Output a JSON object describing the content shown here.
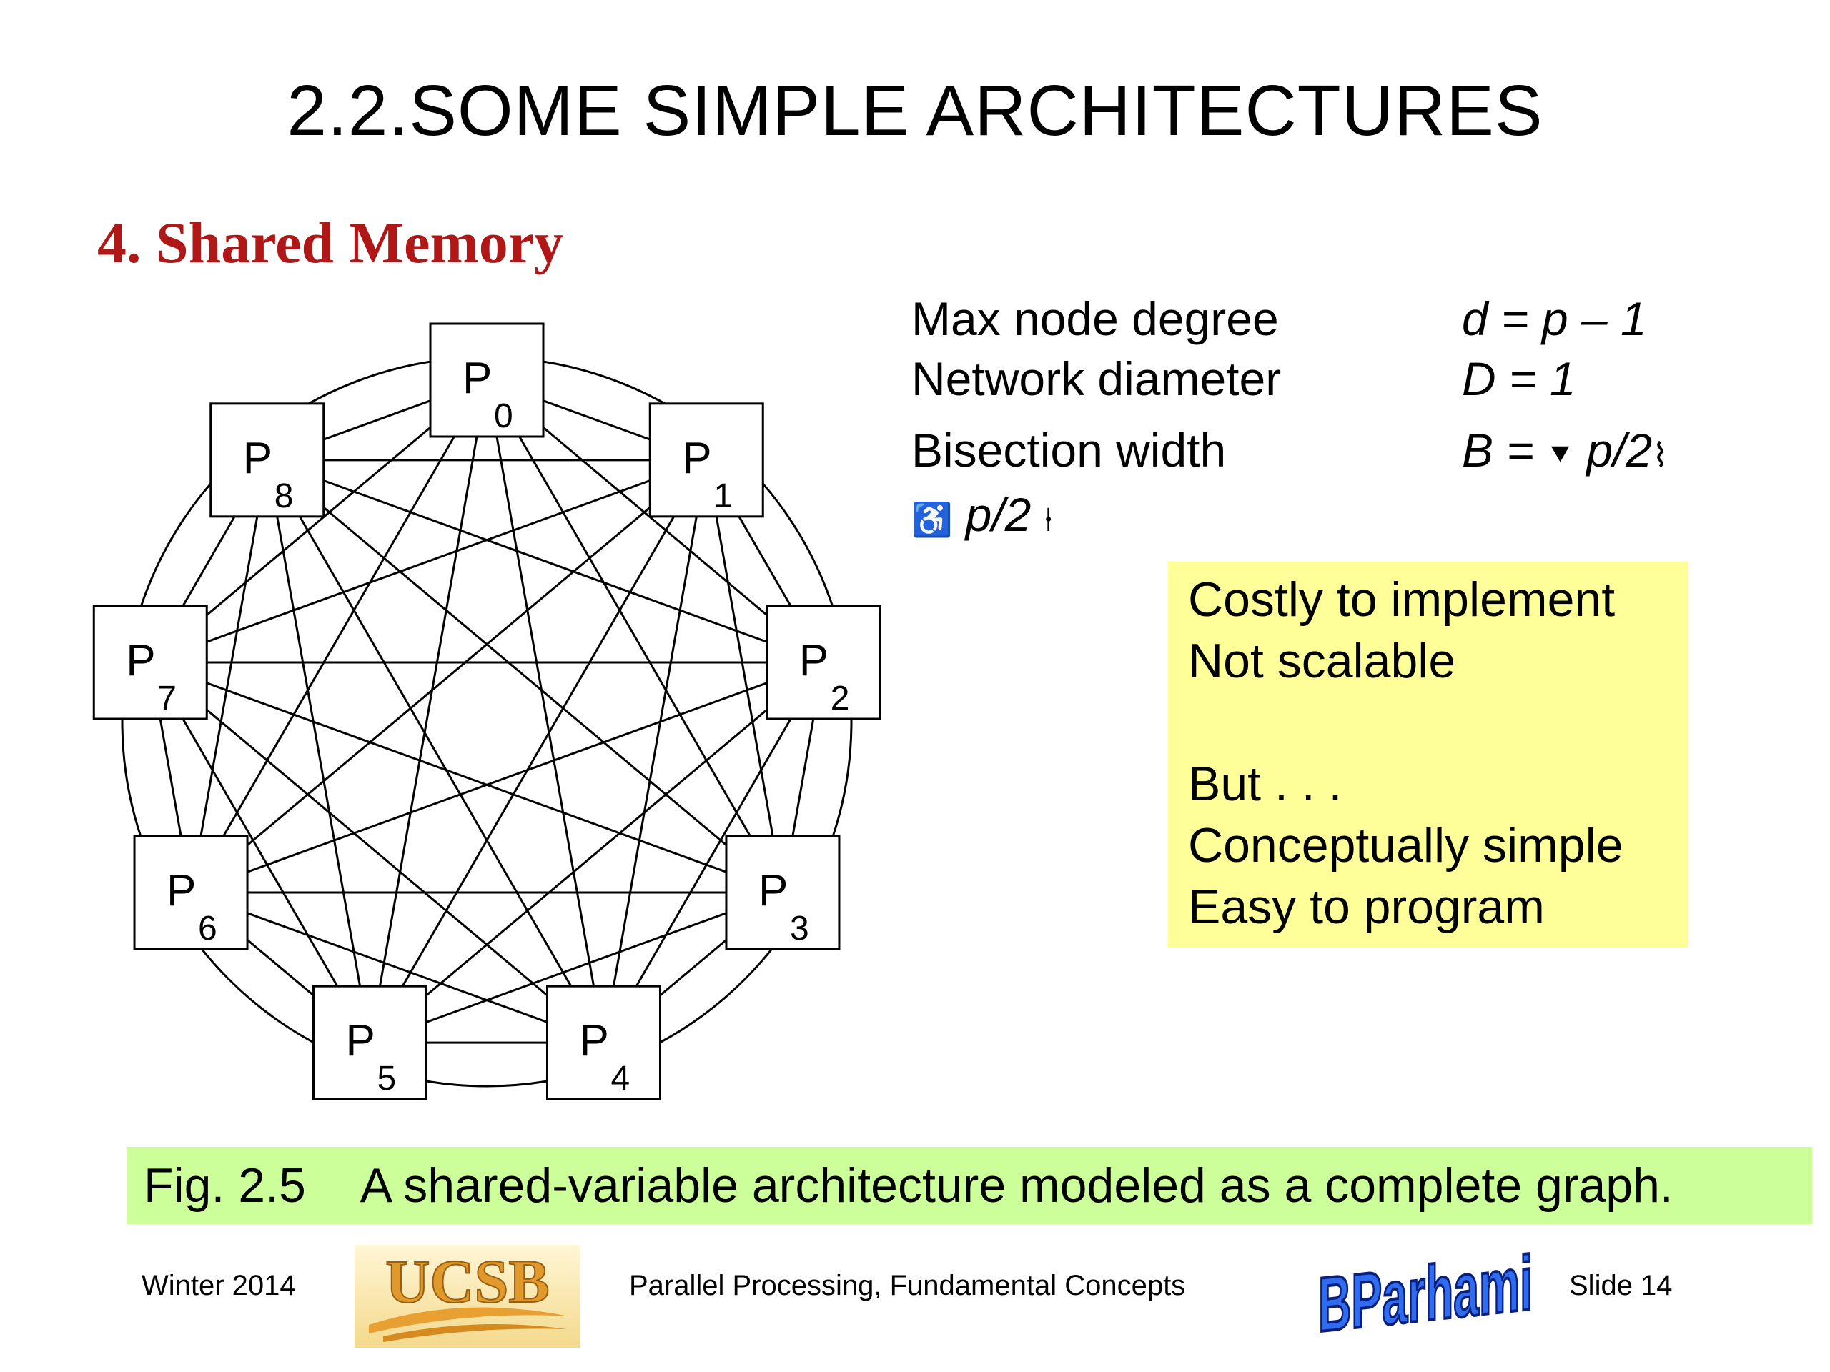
{
  "slide": {
    "title": "2.2.SOME SIMPLE ARCHITECTURES",
    "section_heading": "4. Shared Memory"
  },
  "colors": {
    "heading": "#b01717",
    "note_box": "#ffff99",
    "caption_bar": "#ccff99",
    "logo_blue": "#1a3ccc",
    "logo_gold": "#e8a033"
  },
  "graph": {
    "type": "complete-graph",
    "nodes": [
      {
        "label": "P",
        "sub": "0"
      },
      {
        "label": "P",
        "sub": "1"
      },
      {
        "label": "P",
        "sub": "2"
      },
      {
        "label": "P",
        "sub": "3"
      },
      {
        "label": "P",
        "sub": "4"
      },
      {
        "label": "P",
        "sub": "5"
      },
      {
        "label": "P",
        "sub": "6"
      },
      {
        "label": "P",
        "sub": "7"
      },
      {
        "label": "P",
        "sub": "8"
      }
    ]
  },
  "properties": {
    "max_node_degree": {
      "label": "Max node degree",
      "value": "d = p – 1"
    },
    "network_diameter": {
      "label": "Network diameter",
      "value": "D = 1"
    },
    "bisection_width": {
      "label": "Bisection width",
      "value_prefix": "B =",
      "value_mid": "p/2",
      "wrap_value": "p/2"
    }
  },
  "notes": {
    "lines": [
      "Costly to implement",
      "Not scalable",
      "But . . .",
      "Conceptually simple",
      "Easy to program"
    ]
  },
  "caption": {
    "fig": "Fig. 2.5",
    "text": "A shared-variable architecture modeled as a complete graph."
  },
  "footer": {
    "date": "Winter 2014",
    "ucsb_logo": "UCSB",
    "course": "Parallel Processing, Fundamental Concepts",
    "author_logo": "BParhami",
    "slide_number": "Slide 14"
  }
}
